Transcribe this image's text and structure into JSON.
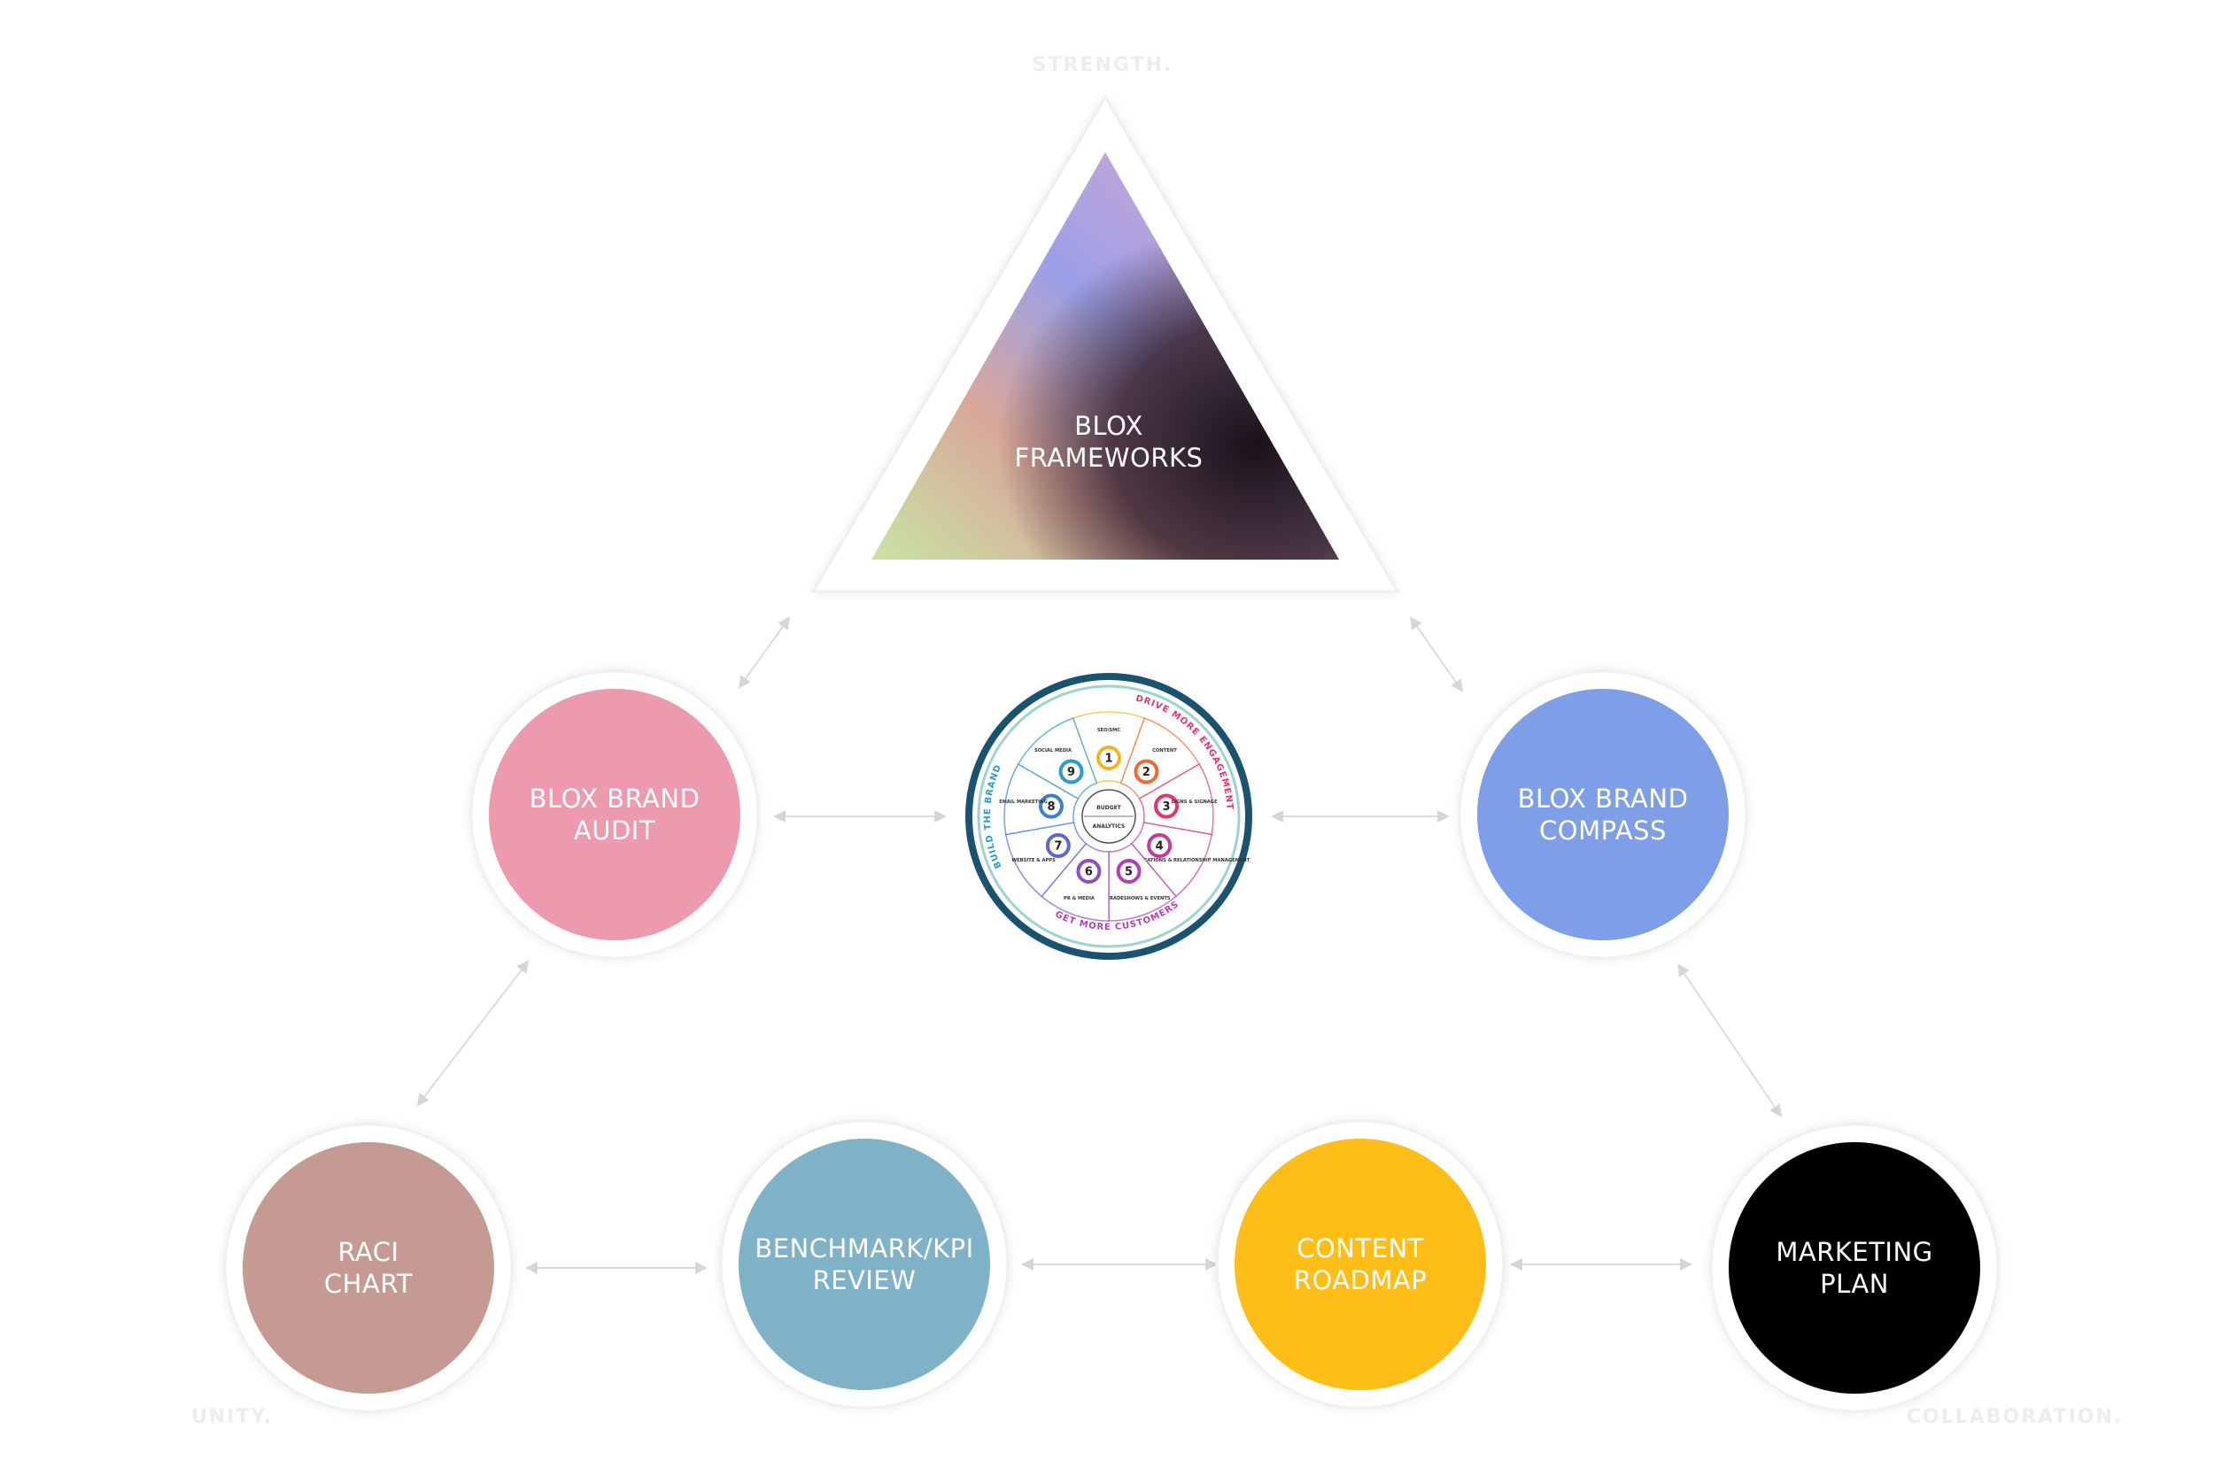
{
  "corner_words": {
    "top": "STRENGTH.",
    "bottom_left": "UNITY.",
    "bottom_right": "COLLABORATION."
  },
  "triangle": {
    "label_line1": "BLOX",
    "label_line2": "FRAMEWORKS"
  },
  "nodes": [
    {
      "id": "audit",
      "line1": "BLOX BRAND",
      "line2": "AUDIT",
      "color": "#EE9AAE",
      "text_color": "#ffffff"
    },
    {
      "id": "compass",
      "line1": "BLOX BRAND",
      "line2": "COMPASS",
      "color": "#7F9EE8",
      "text_color": "#ffffff"
    },
    {
      "id": "raci",
      "line1": "RACI",
      "line2": "CHART",
      "color": "#C49A92",
      "text_color": "#ffffff"
    },
    {
      "id": "benchmark",
      "line1": "BENCHMARK/KPI",
      "line2": "REVIEW",
      "color": "#80B2C7",
      "text_color": "#ffffff"
    },
    {
      "id": "content",
      "line1": "CONTENT",
      "line2": "ROADMAP",
      "color": "#FEBD17",
      "text_color": "#ffffff"
    },
    {
      "id": "marketing",
      "line1": "MARKETING",
      "line2": "PLAN",
      "color": "#000000",
      "text_color": "#ffffff"
    }
  ],
  "wheel": {
    "outer_ring_color": "#1B5270",
    "arc_top": "DRIVE MORE ENGAGEMENT",
    "arc_left": "BUILD THE BRAND",
    "arc_bottom": "GET MORE CUSTOMERS",
    "center_top": "BUDGET",
    "center_bottom": "ANALYTICS",
    "segments": [
      {
        "num": "1",
        "label": "SEO/SMC",
        "color": "#F2B51E"
      },
      {
        "num": "2",
        "label": "CONTENT",
        "color": "#F06B34"
      },
      {
        "num": "3",
        "label": "SIGNS & SIGNAGE",
        "color": "#E8336E"
      },
      {
        "num": "4",
        "label": "COMMUNICATIONS & RELATIONSHIP MANAGEMENT",
        "color": "#C9399A"
      },
      {
        "num": "5",
        "label": "TRADESHOWS & EVENTS",
        "color": "#B33FB4"
      },
      {
        "num": "6",
        "label": "PR & MEDIA",
        "color": "#8E4FC4"
      },
      {
        "num": "7",
        "label": "WEBSITE & APPS",
        "color": "#5D67D1"
      },
      {
        "num": "8",
        "label": "EMAIL MARKETING",
        "color": "#3C7FCD"
      },
      {
        "num": "9",
        "label": "SOCIAL MEDIA",
        "color": "#2E9AC9"
      }
    ]
  }
}
